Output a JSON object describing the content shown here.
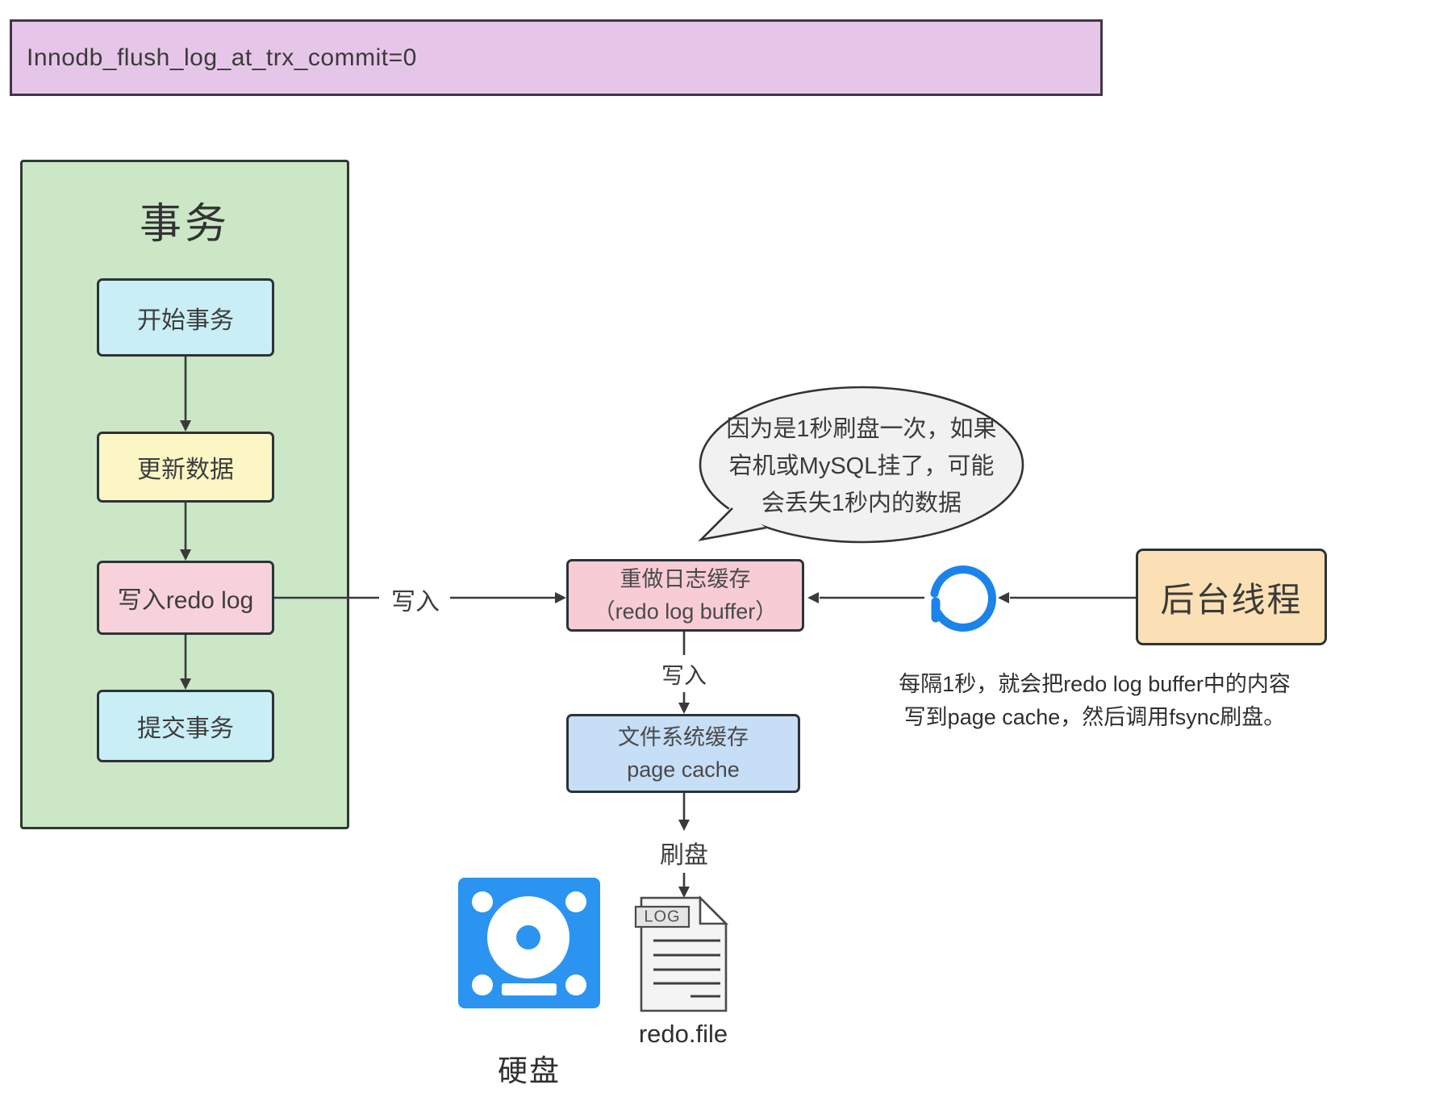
{
  "banner": {
    "text": "Innodb_flush_log_at_trx_commit=0",
    "bg_color": "#e6c6e8"
  },
  "transaction": {
    "title": "事务",
    "panel_color": "#cbe7c6",
    "steps": [
      {
        "label": "开始事务",
        "color": "#c9eef5"
      },
      {
        "label": "更新数据",
        "color": "#fcf6c5"
      },
      {
        "label": "写入redo log",
        "color": "#f8d2da"
      },
      {
        "label": "提交事务",
        "color": "#c9eef5"
      }
    ]
  },
  "redo_log_buffer": {
    "line1": "重做日志缓存",
    "line2": "（redo log buffer）",
    "color": "#f8ccd5"
  },
  "page_cache": {
    "line1": "文件系统缓存",
    "line2": "page cache",
    "color": "#c6def6"
  },
  "background_thread": {
    "label": "后台线程",
    "color": "#fae0b4"
  },
  "arrow_labels": {
    "write_to_buffer": "写入",
    "write_to_cache": "写入",
    "flush": "刷盘"
  },
  "speech_bubble": {
    "line1": "因为是1秒刷盘一次，如果",
    "line2": "宕机或MySQL挂了，可能",
    "line3": "会丢失1秒内的数据"
  },
  "note": {
    "line1": "每隔1秒，就会把redo log buffer中的内容",
    "line2": "写到page cache，然后调用fsync刷盘。"
  },
  "hard_disk": {
    "label": "硬盘",
    "icon_color": "#2b94f0"
  },
  "log_file": {
    "tab": "LOG",
    "label": "redo.file"
  },
  "sync_icon_color": "#1b84ea",
  "arrow_color": "#3a3a3a"
}
